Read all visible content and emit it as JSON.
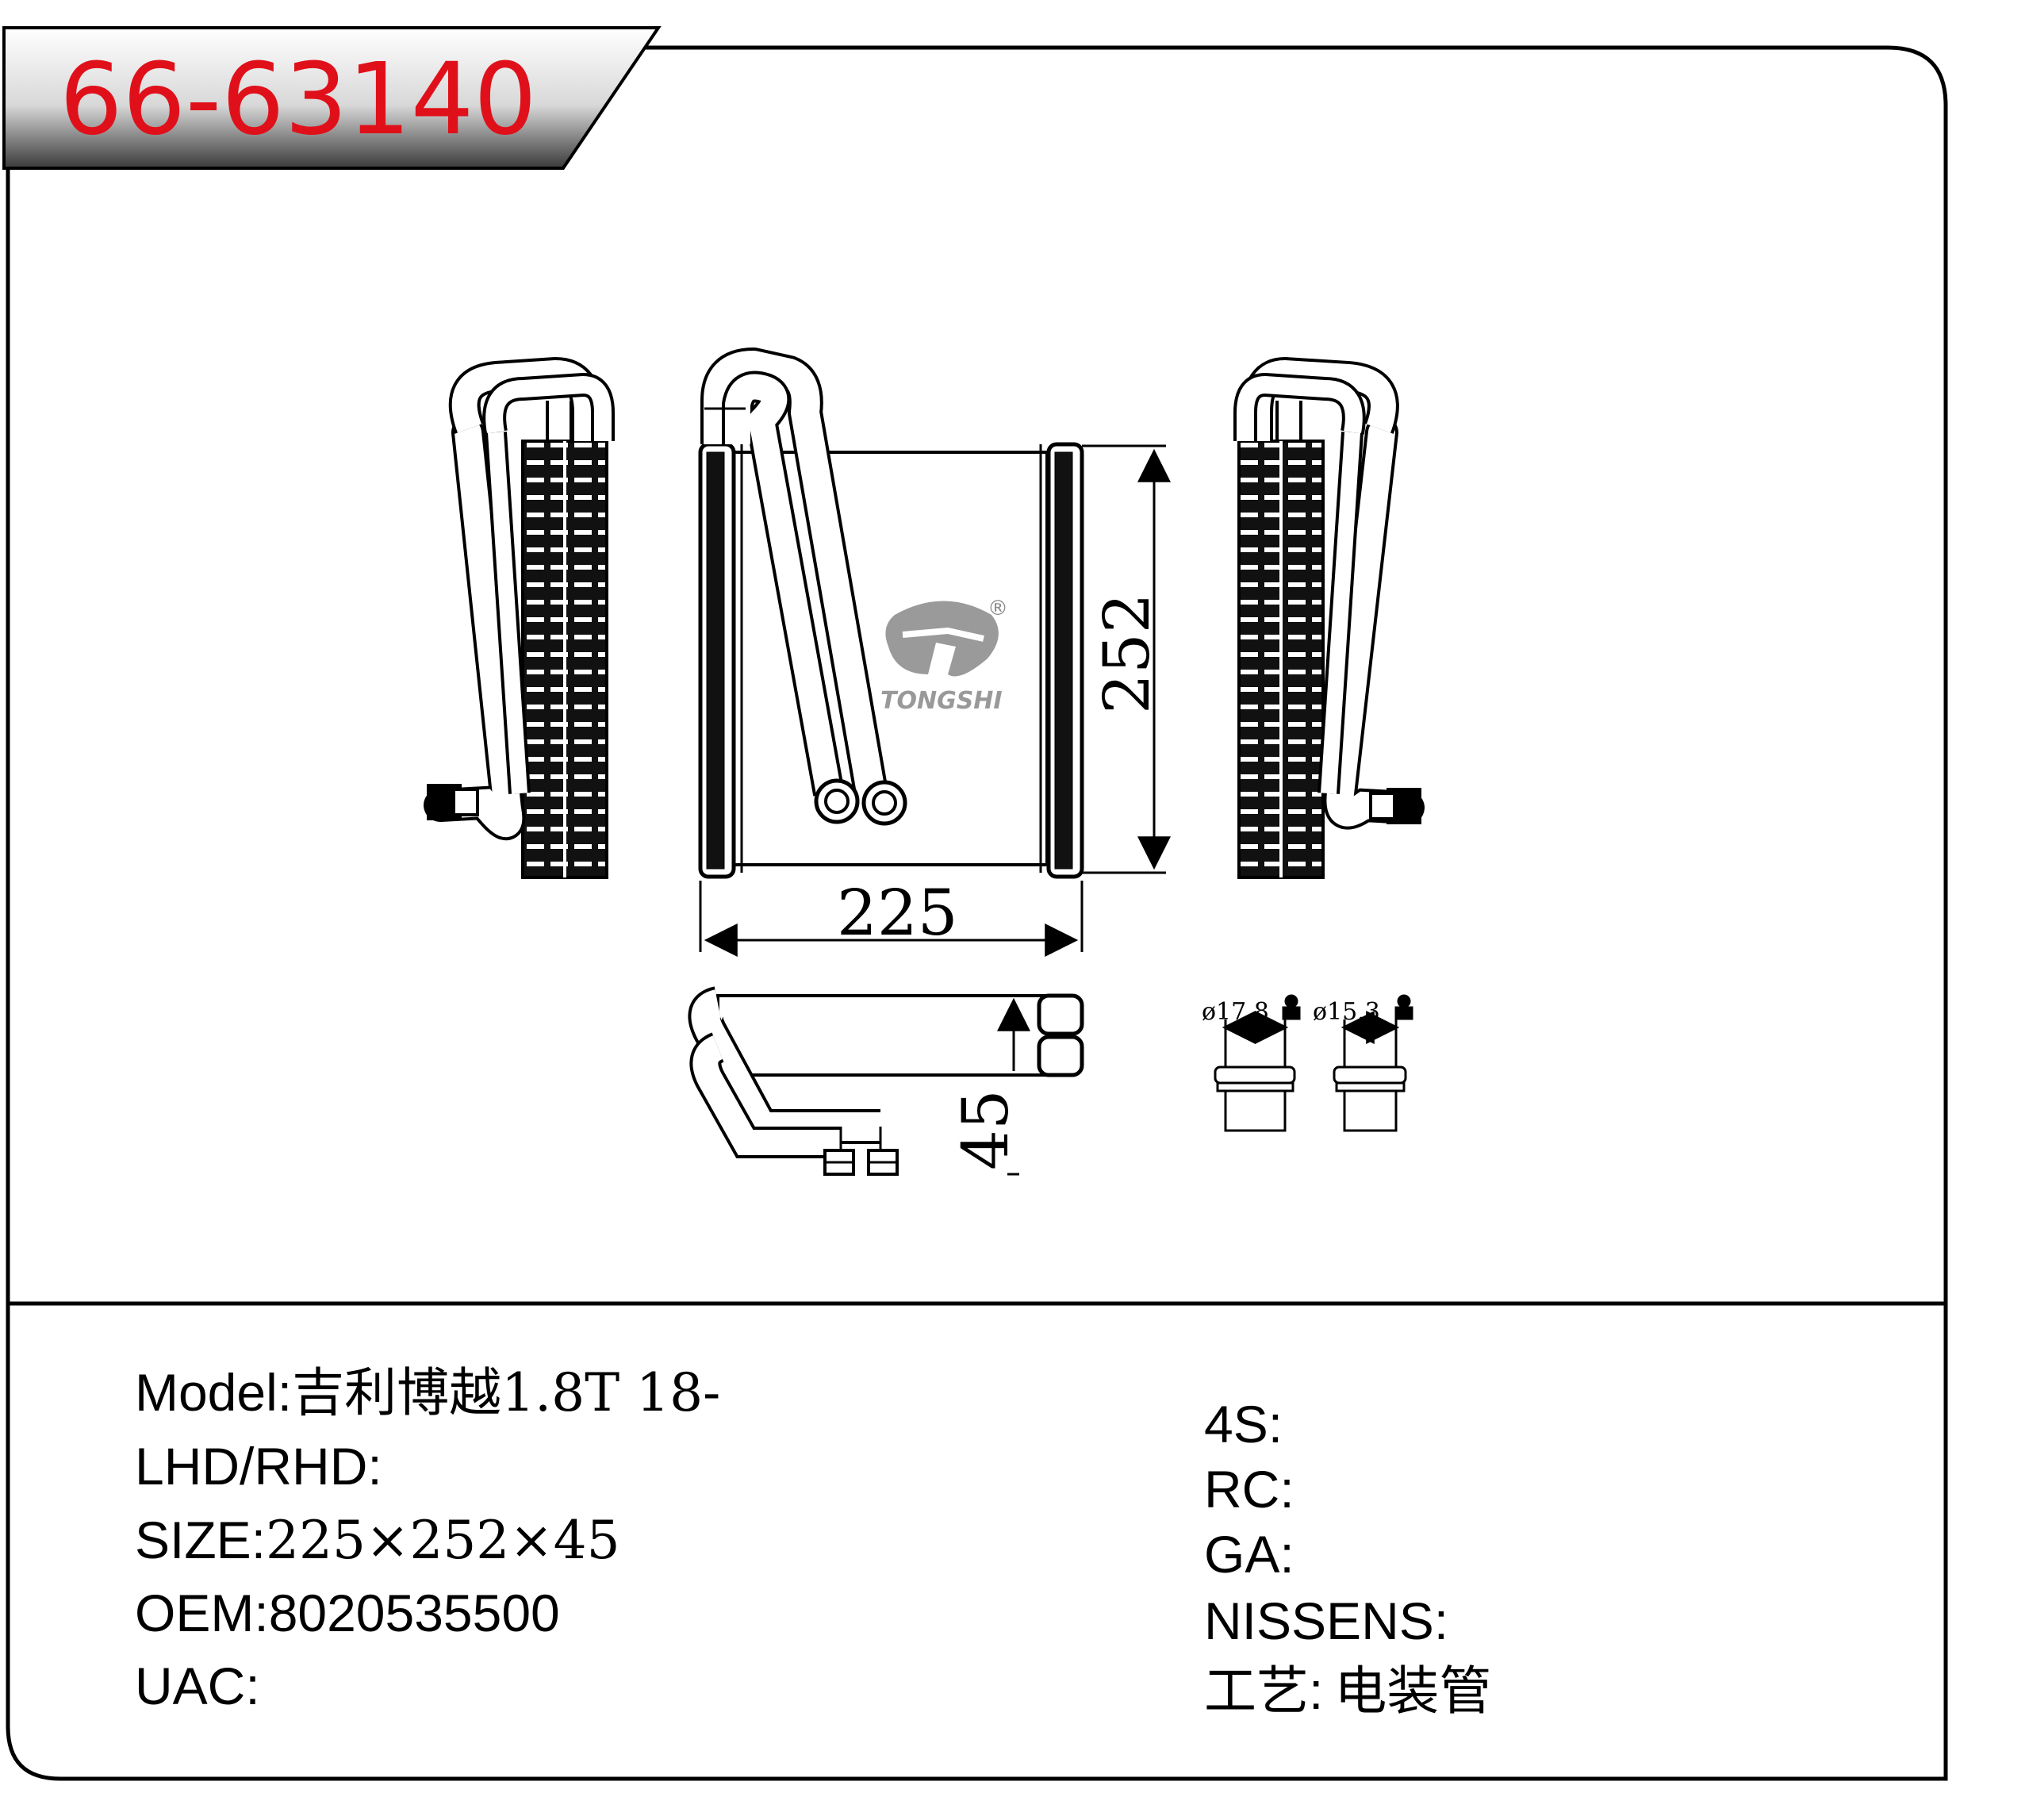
{
  "header": {
    "part_number": "66-63140"
  },
  "drawing": {
    "width_label": "225",
    "height_label": "252",
    "depth_label": "45",
    "fitting_1": "ø17.8",
    "fitting_2": "ø15.3",
    "logo_text": "TONGSHI",
    "logo_mark": "®"
  },
  "specs_left": [
    {
      "label": "Model:",
      "value": "吉利博越1.8T 18-"
    },
    {
      "label": "LHD/RHD:",
      "value": ""
    },
    {
      "label": "SIZE:",
      "value": "225×252×45"
    },
    {
      "label": "OEM:",
      "value": "8020535500"
    },
    {
      "label": "UAC:",
      "value": ""
    }
  ],
  "specs_right": [
    {
      "label": "4S:",
      "value": ""
    },
    {
      "label": "RC:",
      "value": ""
    },
    {
      "label": "GA:",
      "value": ""
    },
    {
      "label": "NISSENS:",
      "value": ""
    },
    {
      "label": "工艺:",
      "value": "电装管"
    }
  ],
  "colors": {
    "part_number": "#e0101a",
    "line": "#000000"
  }
}
